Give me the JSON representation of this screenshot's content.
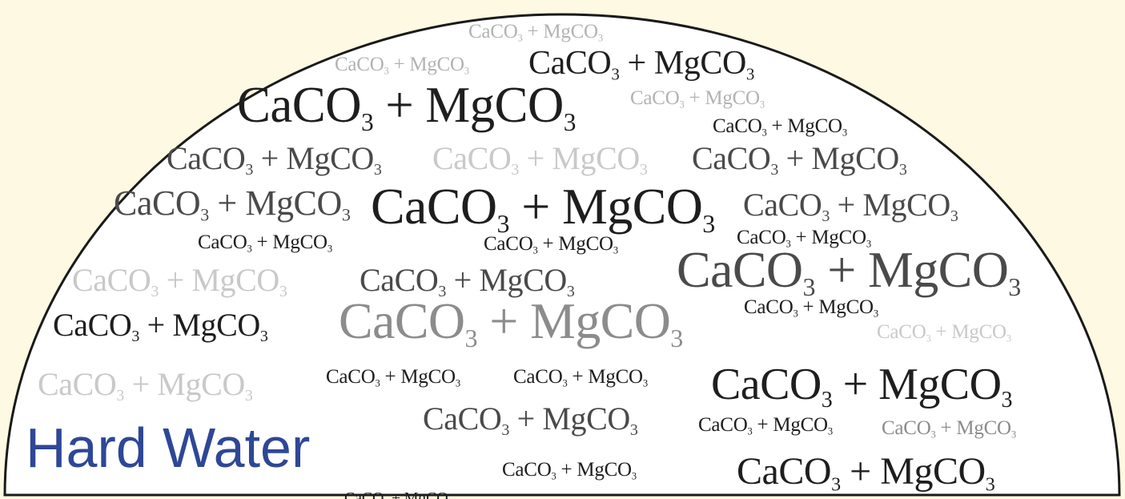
{
  "title": "Hard Water",
  "colors": {
    "background": "#fdf9e3",
    "dome_fill": "#ffffff",
    "outline": "#1a1a1a",
    "title": "#2e4796",
    "tones": [
      "#1e1e1e",
      "#4a4a4a",
      "#666666",
      "#8c8c8c",
      "#b3b3b3",
      "#c9c9c9"
    ]
  },
  "formula": {
    "calcium_part": "CaCO",
    "plus_sign": " + ",
    "magnesium_part": "MgCO",
    "subscript": "3"
  },
  "formula_count": 32
}
